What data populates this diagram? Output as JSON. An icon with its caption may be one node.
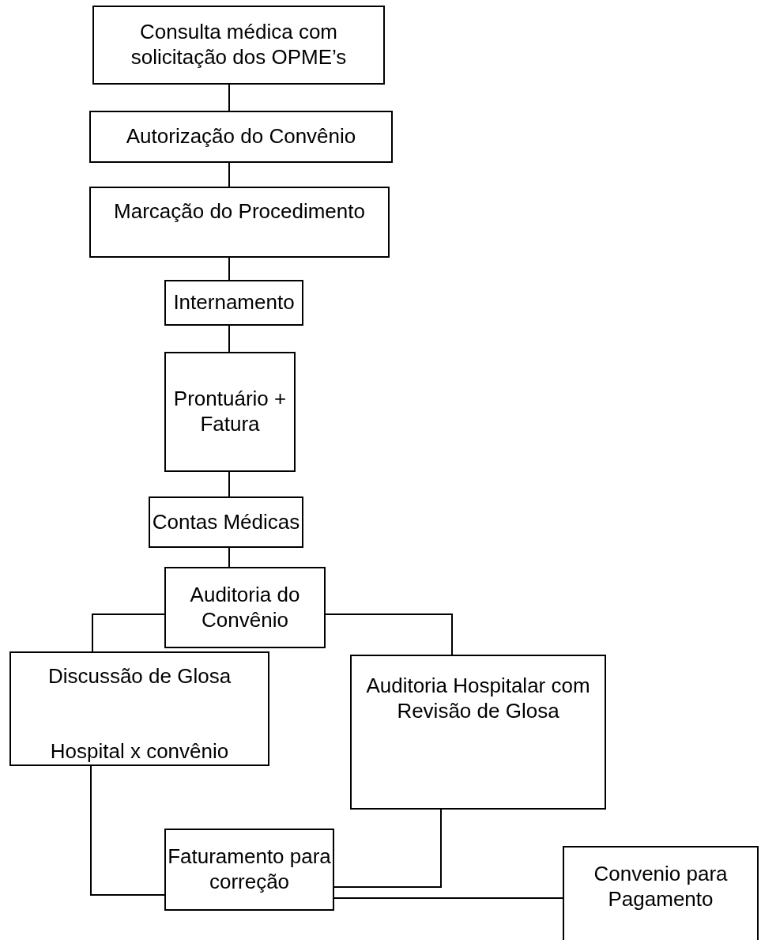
{
  "diagram": {
    "nodes": [
      {
        "text": [
          "Consulta médica com solicitação dos OPME’s"
        ]
      },
      {
        "text": [
          "Autorização do Convênio"
        ]
      },
      {
        "text": [
          "Marcação do Procedimento"
        ]
      },
      {
        "text": [
          "Internamento"
        ]
      },
      {
        "text": [
          "Prontuário + Fatura"
        ]
      },
      {
        "text": [
          "Contas Médicas"
        ]
      },
      {
        "text": [
          "Auditoria do Convênio"
        ]
      },
      {
        "text": [
          "Discussão de Glosa",
          "Hospital x convênio"
        ]
      },
      {
        "text": [
          "Auditoria Hospitalar com Revisão de Glosa"
        ]
      },
      {
        "text": [
          "Faturamento para correção"
        ]
      },
      {
        "text": [
          "Convenio para Pagamento"
        ]
      }
    ],
    "edges": [
      {
        "from": 0,
        "to": 1,
        "arrow": "none"
      },
      {
        "from": 1,
        "to": 2,
        "arrow": "none"
      },
      {
        "from": 2,
        "to": 3,
        "arrow": "none"
      },
      {
        "from": 3,
        "to": 4,
        "arrow": "none"
      },
      {
        "from": 4,
        "to": 5,
        "arrow": "none"
      },
      {
        "from": 5,
        "to": 6,
        "arrow": "none"
      },
      {
        "from": 6,
        "to": 7,
        "arrow": "none"
      },
      {
        "from": 6,
        "to": 8,
        "arrow": "none"
      },
      {
        "from": 7,
        "to": 9,
        "arrow": "none"
      },
      {
        "from": 8,
        "to": 9,
        "arrow": "none"
      },
      {
        "from": 9,
        "to": 10,
        "arrow": "none"
      }
    ]
  }
}
